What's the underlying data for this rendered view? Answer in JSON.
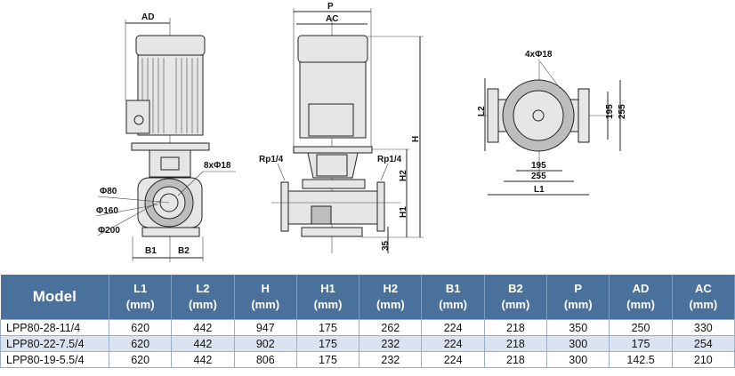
{
  "drawing": {
    "front_view": {
      "ad": "AD",
      "flange_holes": "8xΦ18",
      "d1": "Φ80",
      "d2": "Φ160",
      "d3": "Φ200",
      "b1": "B1",
      "b2": "B2"
    },
    "side_view": {
      "p": "P",
      "ac": "AC",
      "h": "H",
      "h1": "H1",
      "h2": "H2",
      "rp_left": "Rp1/4",
      "rp_right": "Rp1/4",
      "base": "35"
    },
    "top_view": {
      "holes": "4xΦ18",
      "l2": "L2",
      "l1": "L1",
      "v195": "195",
      "v255": "255",
      "h195": "195",
      "h255": "255"
    }
  },
  "table": {
    "headers": [
      {
        "name": "Model",
        "unit": ""
      },
      {
        "name": "L1",
        "unit": "(mm)"
      },
      {
        "name": "L2",
        "unit": "(mm)"
      },
      {
        "name": "H",
        "unit": "(mm)"
      },
      {
        "name": "H1",
        "unit": "(mm)"
      },
      {
        "name": "H2",
        "unit": "(mm)"
      },
      {
        "name": "B1",
        "unit": "(mm)"
      },
      {
        "name": "B2",
        "unit": "(mm)"
      },
      {
        "name": "P",
        "unit": "(mm)"
      },
      {
        "name": "AD",
        "unit": "(mm)"
      },
      {
        "name": "AC",
        "unit": "(mm)"
      }
    ],
    "rows": [
      [
        "LPP80-28-11/4",
        "620",
        "442",
        "947",
        "175",
        "262",
        "224",
        "218",
        "350",
        "250",
        "330"
      ],
      [
        "LPP80-22-7.5/4",
        "620",
        "442",
        "902",
        "175",
        "232",
        "224",
        "218",
        "300",
        "175",
        "254"
      ],
      [
        "LPP80-19-5.5/4",
        "620",
        "442",
        "806",
        "175",
        "232",
        "224",
        "218",
        "300",
        "142.5",
        "210"
      ]
    ]
  },
  "colors": {
    "header_bg": "#4a709c",
    "alt_row": "#dae3ef"
  }
}
